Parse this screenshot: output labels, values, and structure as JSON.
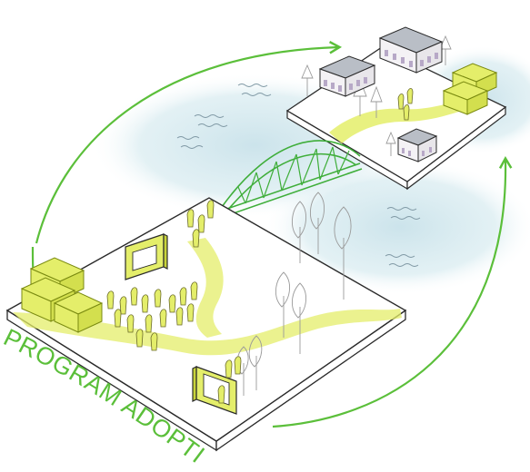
{
  "diagram": {
    "label": "PROGRAM ADOPTION",
    "colors": {
      "arrow_green": "#5bbf3a",
      "bridge_green": "#3fae3a",
      "highlight_yellow": "#e4ee6a",
      "water_blue": "#d2e8ee",
      "outline": "#2a2a2a",
      "building_roof": "#b9bec6",
      "building_wall": "#f4f2f5",
      "building_door": "#b7a8c7"
    },
    "icons": [
      "left-platform",
      "right-platform",
      "bridge",
      "cycle-arrow-top",
      "cycle-arrow-right",
      "cycle-arrow-left",
      "container-stack",
      "billboard",
      "building",
      "tree",
      "person"
    ]
  }
}
